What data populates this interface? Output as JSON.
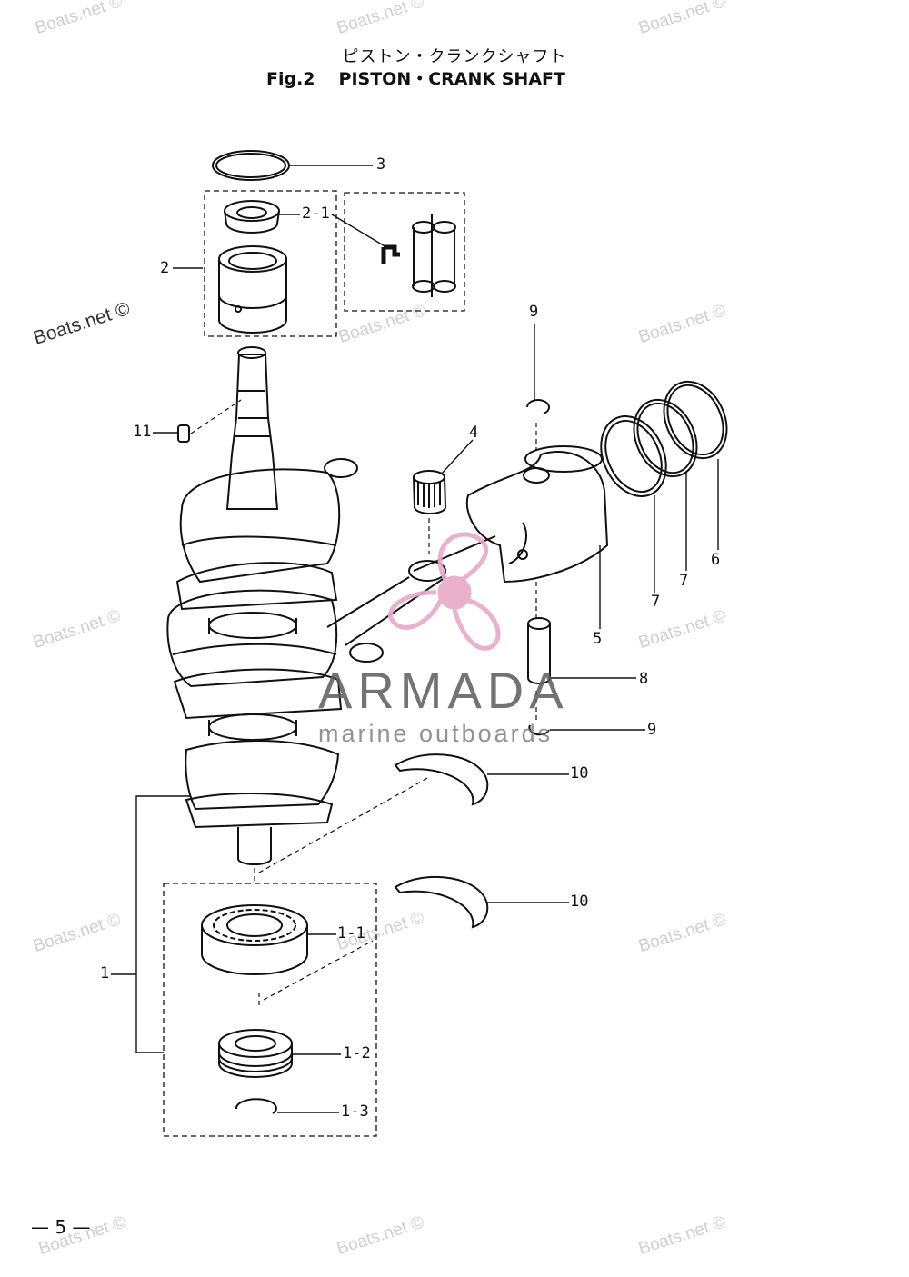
{
  "title": {
    "japanese": "ピストン・クランクシャフト",
    "fig_label": "Fig.2",
    "english": "PISTON・CRANK SHAFT"
  },
  "watermarks": [
    "Boats.net ©",
    "Boats.net ©",
    "Boats.net ©",
    "Boats.net ©",
    "Boats.net ©",
    "Boats.net ©",
    "Boats.net ©",
    "Boats.net ©",
    "Boats.net ©",
    "Boats.net ©",
    "Boats.net ©",
    "Boats.net ©",
    "Boats.net ©",
    "Boats.net ©"
  ],
  "logo": {
    "name": "ARMADA",
    "subtitle": "marine outboards",
    "color": "#e7a9c6"
  },
  "callouts": {
    "c3": "3",
    "c2_1": "2-1",
    "c2": "2",
    "c9a": "9",
    "c11": "11",
    "c4": "4",
    "c6": "6",
    "c7a": "7",
    "c7b": "7",
    "c5": "5",
    "c8": "8",
    "c9b": "9",
    "c10a": "10",
    "c10b": "10",
    "c1_1": "1-1",
    "c1": "1",
    "c1_2": "1-2",
    "c1_3": "1-3"
  },
  "page_number": "— 5 —"
}
